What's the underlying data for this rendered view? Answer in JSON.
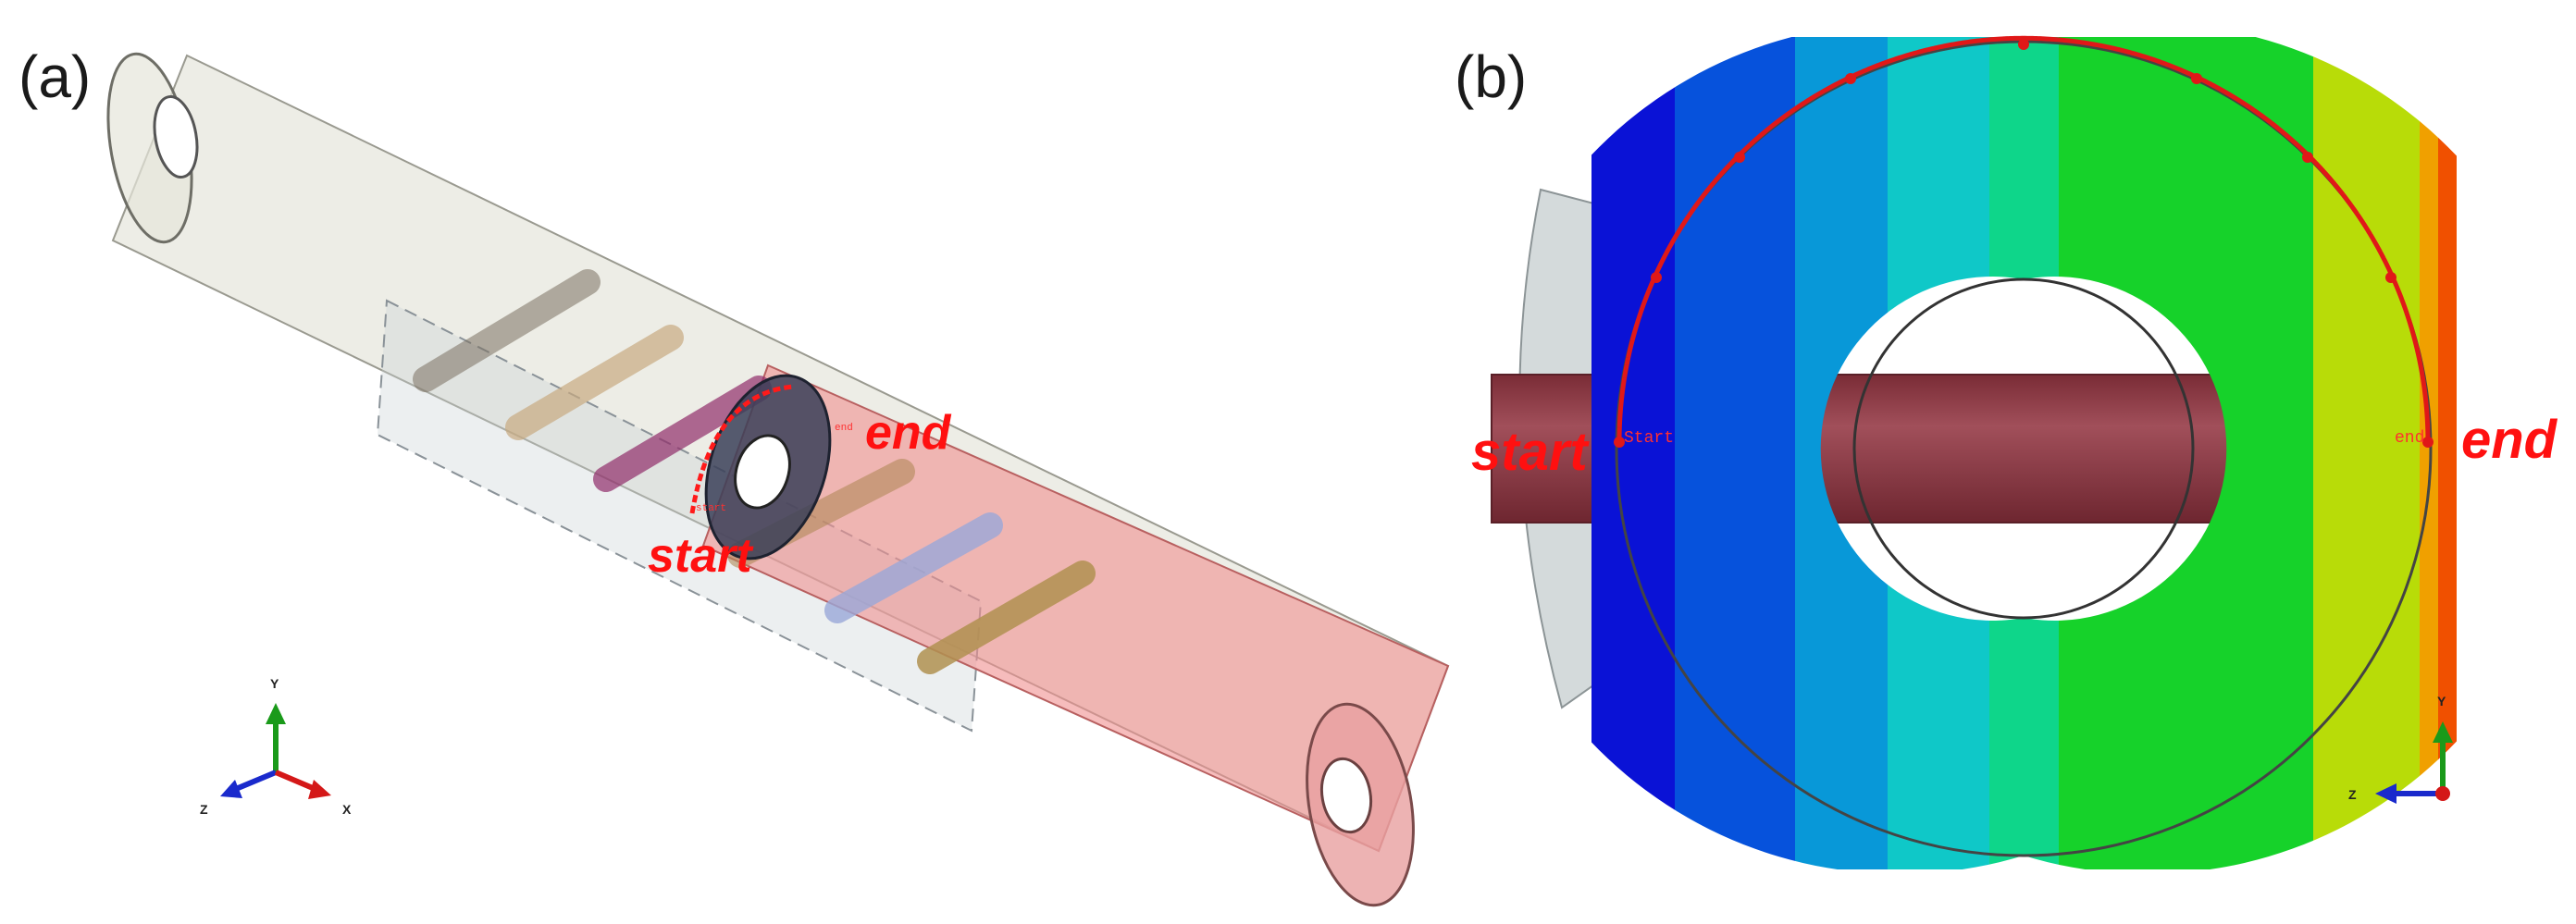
{
  "panels": {
    "a": {
      "label": "(a)",
      "annotations": {
        "end": "end",
        "start": "start",
        "small_end": "end",
        "small_start": "start"
      },
      "triad": {
        "y": "Y",
        "z": "Z",
        "x": "X"
      }
    },
    "b": {
      "label": "(b)",
      "annotations": {
        "end": "end",
        "start": "start",
        "small_end": "end",
        "small_start": "Start"
      },
      "triad": {
        "y": "Y",
        "z": "Z"
      }
    }
  },
  "colors": {
    "annotation": "#ff1010",
    "path_red": "#e01818",
    "contour_bands": [
      "#0a12d6",
      "#0652dc",
      "#0898d8",
      "#0fc8c8",
      "#0ed68a",
      "#16d22a",
      "#b8dc08",
      "#f0a000",
      "#f05000"
    ],
    "rod": "#8e3a45",
    "tube_left": "#d8d8c8",
    "tube_right": "#f08f8f",
    "axis_y": "#1a9a1a",
    "axis_z": "#1a2acc",
    "axis_x": "#d41818"
  }
}
